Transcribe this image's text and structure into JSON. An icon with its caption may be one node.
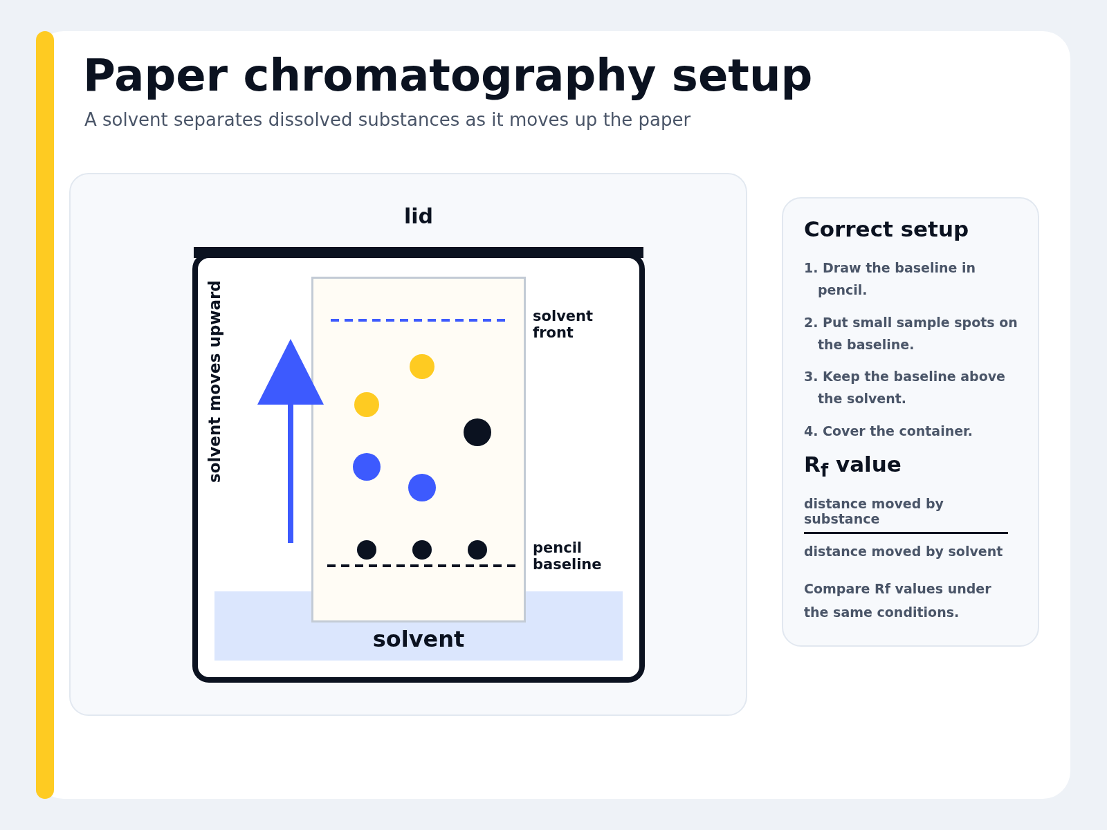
{
  "diagram": {
    "title": "Paper chromatography setup",
    "caption": "A solvent separates dissolved substances as it moves up the paper",
    "nodes": [
      {
        "text": [
          "solvent"
        ]
      },
      {
        "text": [
          "Correct setup",
          "1. Draw the baseline in pencil.",
          "2. Put small sample spots on the baseline.",
          "3. Keep the baseline above the solvent.",
          "4. Cover the container.",
          "R$_{f}$ value",
          "distance moved by substance",
          "distance moved by solvent",
          "Compare Rf values under the same conditions."
        ]
      }
    ],
    "labels": [
      "lid",
      "solvent moves upward",
      "solvent front",
      "pencil baseline"
    ]
  }
}
